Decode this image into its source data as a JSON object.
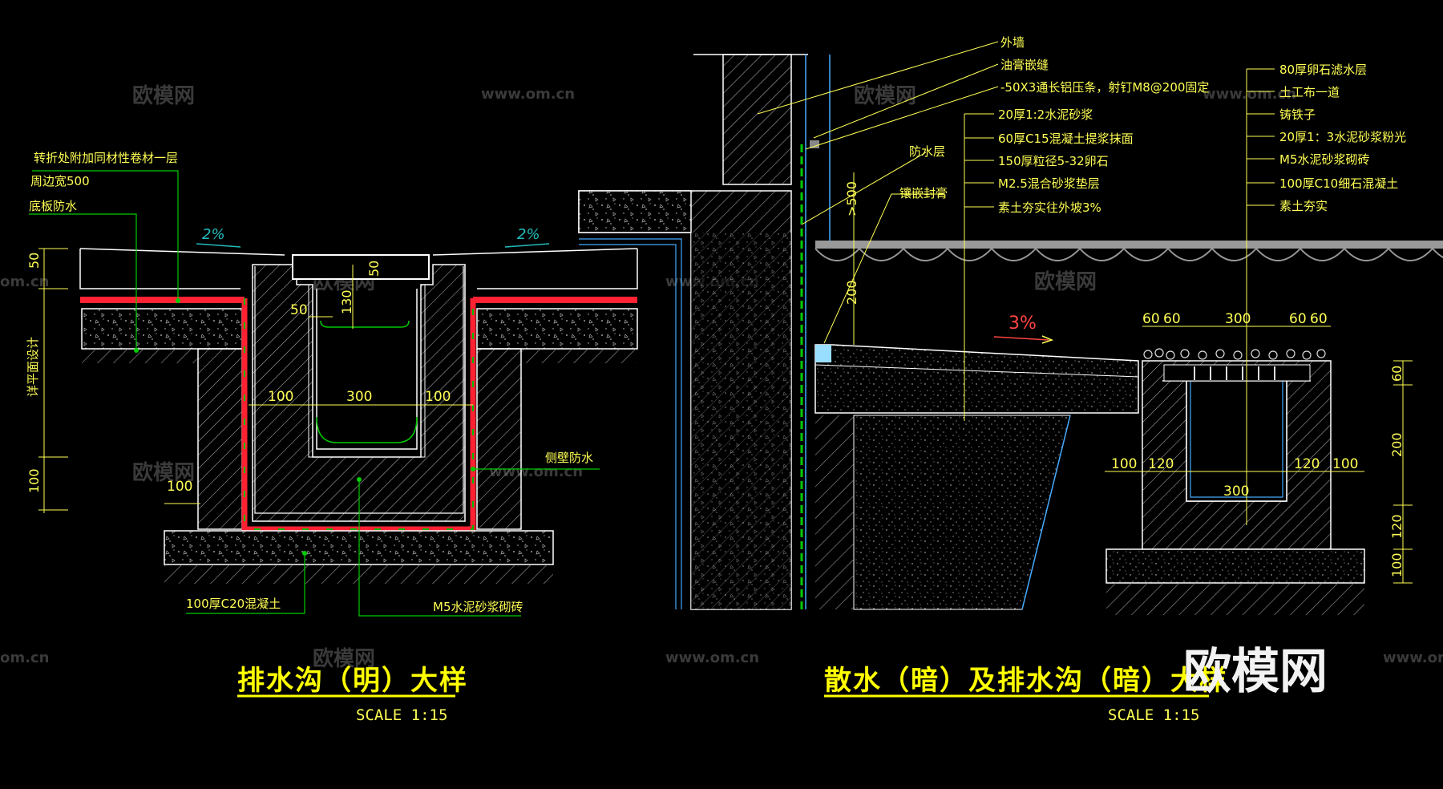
{
  "left_detail": {
    "title": "排水沟（明）大样",
    "scale": "SCALE 1:15",
    "labels": {
      "reinforce": "转折处附加同材性卷材一层",
      "extend": "周边宽500",
      "bottom_wp": "底板防水",
      "floor_design": "详平面设计",
      "side_wp": "侧壁防水",
      "base_concrete": "100厚C20混凝土",
      "brick": "M5水泥砂浆砌砖"
    },
    "slopes": [
      "2%",
      "2%"
    ],
    "dims": {
      "d50_left": "50",
      "d100_left": "100",
      "d50_top": "50",
      "d130": "130",
      "d50_inner": "50",
      "d100_a": "100",
      "d300": "300",
      "d100_b": "100",
      "d100_bottom": "100"
    }
  },
  "right_detail": {
    "title": "散水（暗）及排水沟（暗）大样",
    "scale": "SCALE 1:15",
    "labels": {
      "outer_wall": "外墙",
      "asphalt_joint": "油膏嵌缝",
      "alum_strip": "-50X3通长铝压条，射钉M8@200固定",
      "waterproof": "防水层",
      "sealant": "镶嵌封膏",
      "l1": "20厚1:2水泥砂浆",
      "l2": "60厚C15混凝土提浆抹面",
      "l3": "150厚粒径5-32卵石",
      "l4": "M2.5混合砂浆垫层",
      "l5": "素土夯实往外坡3%",
      "r1": "80厚卵石滤水层",
      "r2": "土工布一道",
      "r3": "铸铁子",
      "r4": "20厚1：3水泥砂浆粉光",
      "r5": "M5水泥砂浆砌砖",
      "r6": "100厚C10细石混凝土",
      "r7": "素土夯实"
    },
    "slope": "3%",
    "dims": {
      "gt500": ">500",
      "d200v": "200",
      "top": [
        "60",
        "60",
        "300",
        "60",
        "60"
      ],
      "mid": [
        "100",
        "120",
        "120",
        "100"
      ],
      "inner300": "300",
      "right_v": [
        "60",
        "200",
        "120",
        "100"
      ]
    }
  },
  "watermarks": {
    "brand_cn": "欧模网",
    "site": "www.om.cn",
    "site_cut": "om.cn"
  },
  "colors": {
    "background": "#000000",
    "lines": "#ffffff",
    "leader": "#00cc00",
    "waterproof": "#ff2222",
    "text": "#ffff55",
    "cyan": "#44aaff"
  }
}
